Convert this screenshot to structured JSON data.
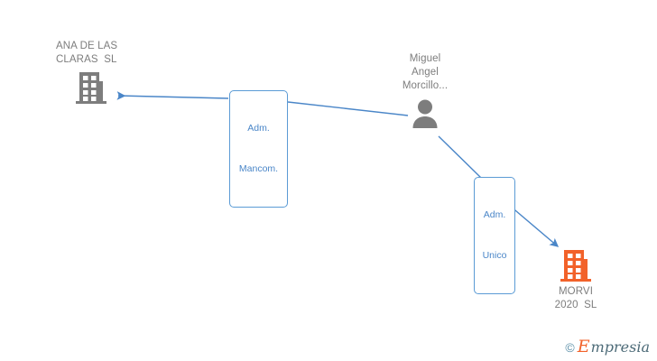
{
  "graph": {
    "background_color": "#ffffff",
    "edge_color": "#4a86c8",
    "nodes": [
      {
        "id": "ana",
        "type": "company",
        "icon": "building-icon",
        "icon_color": "#7d7d7d",
        "label_color": "#7d7d7d",
        "label_line1": "ANA DE LAS",
        "label_line2": "CLARAS  SL"
      },
      {
        "id": "person",
        "type": "person",
        "icon": "person-icon",
        "icon_color": "#7d7d7d",
        "label_color": "#7d7d7d",
        "label_line1": "Miguel",
        "label_line2": "Angel",
        "label_line3": "Morcillo..."
      },
      {
        "id": "morvi",
        "type": "company",
        "icon": "building-icon",
        "icon_color": "#f2622a",
        "label_color": "#7d7d7d",
        "label_line1": "MORVI",
        "label_line2": "2020  SL"
      }
    ],
    "edges": [
      {
        "id": "person-to-ana",
        "from": "person",
        "to": "ana",
        "label_line1": "Adm.",
        "label_line2": "Mancom.",
        "label_border_color": "#5b9bd5",
        "label_text_color": "#4a86c8"
      },
      {
        "id": "person-to-morvi",
        "from": "person",
        "to": "morvi",
        "label_line1": "Adm.",
        "label_line2": "Unico",
        "label_border_color": "#5b9bd5",
        "label_text_color": "#4a86c8"
      }
    ]
  },
  "watermark": {
    "copyright": "©",
    "brand_initial": "E",
    "brand_rest": "mpresia"
  }
}
